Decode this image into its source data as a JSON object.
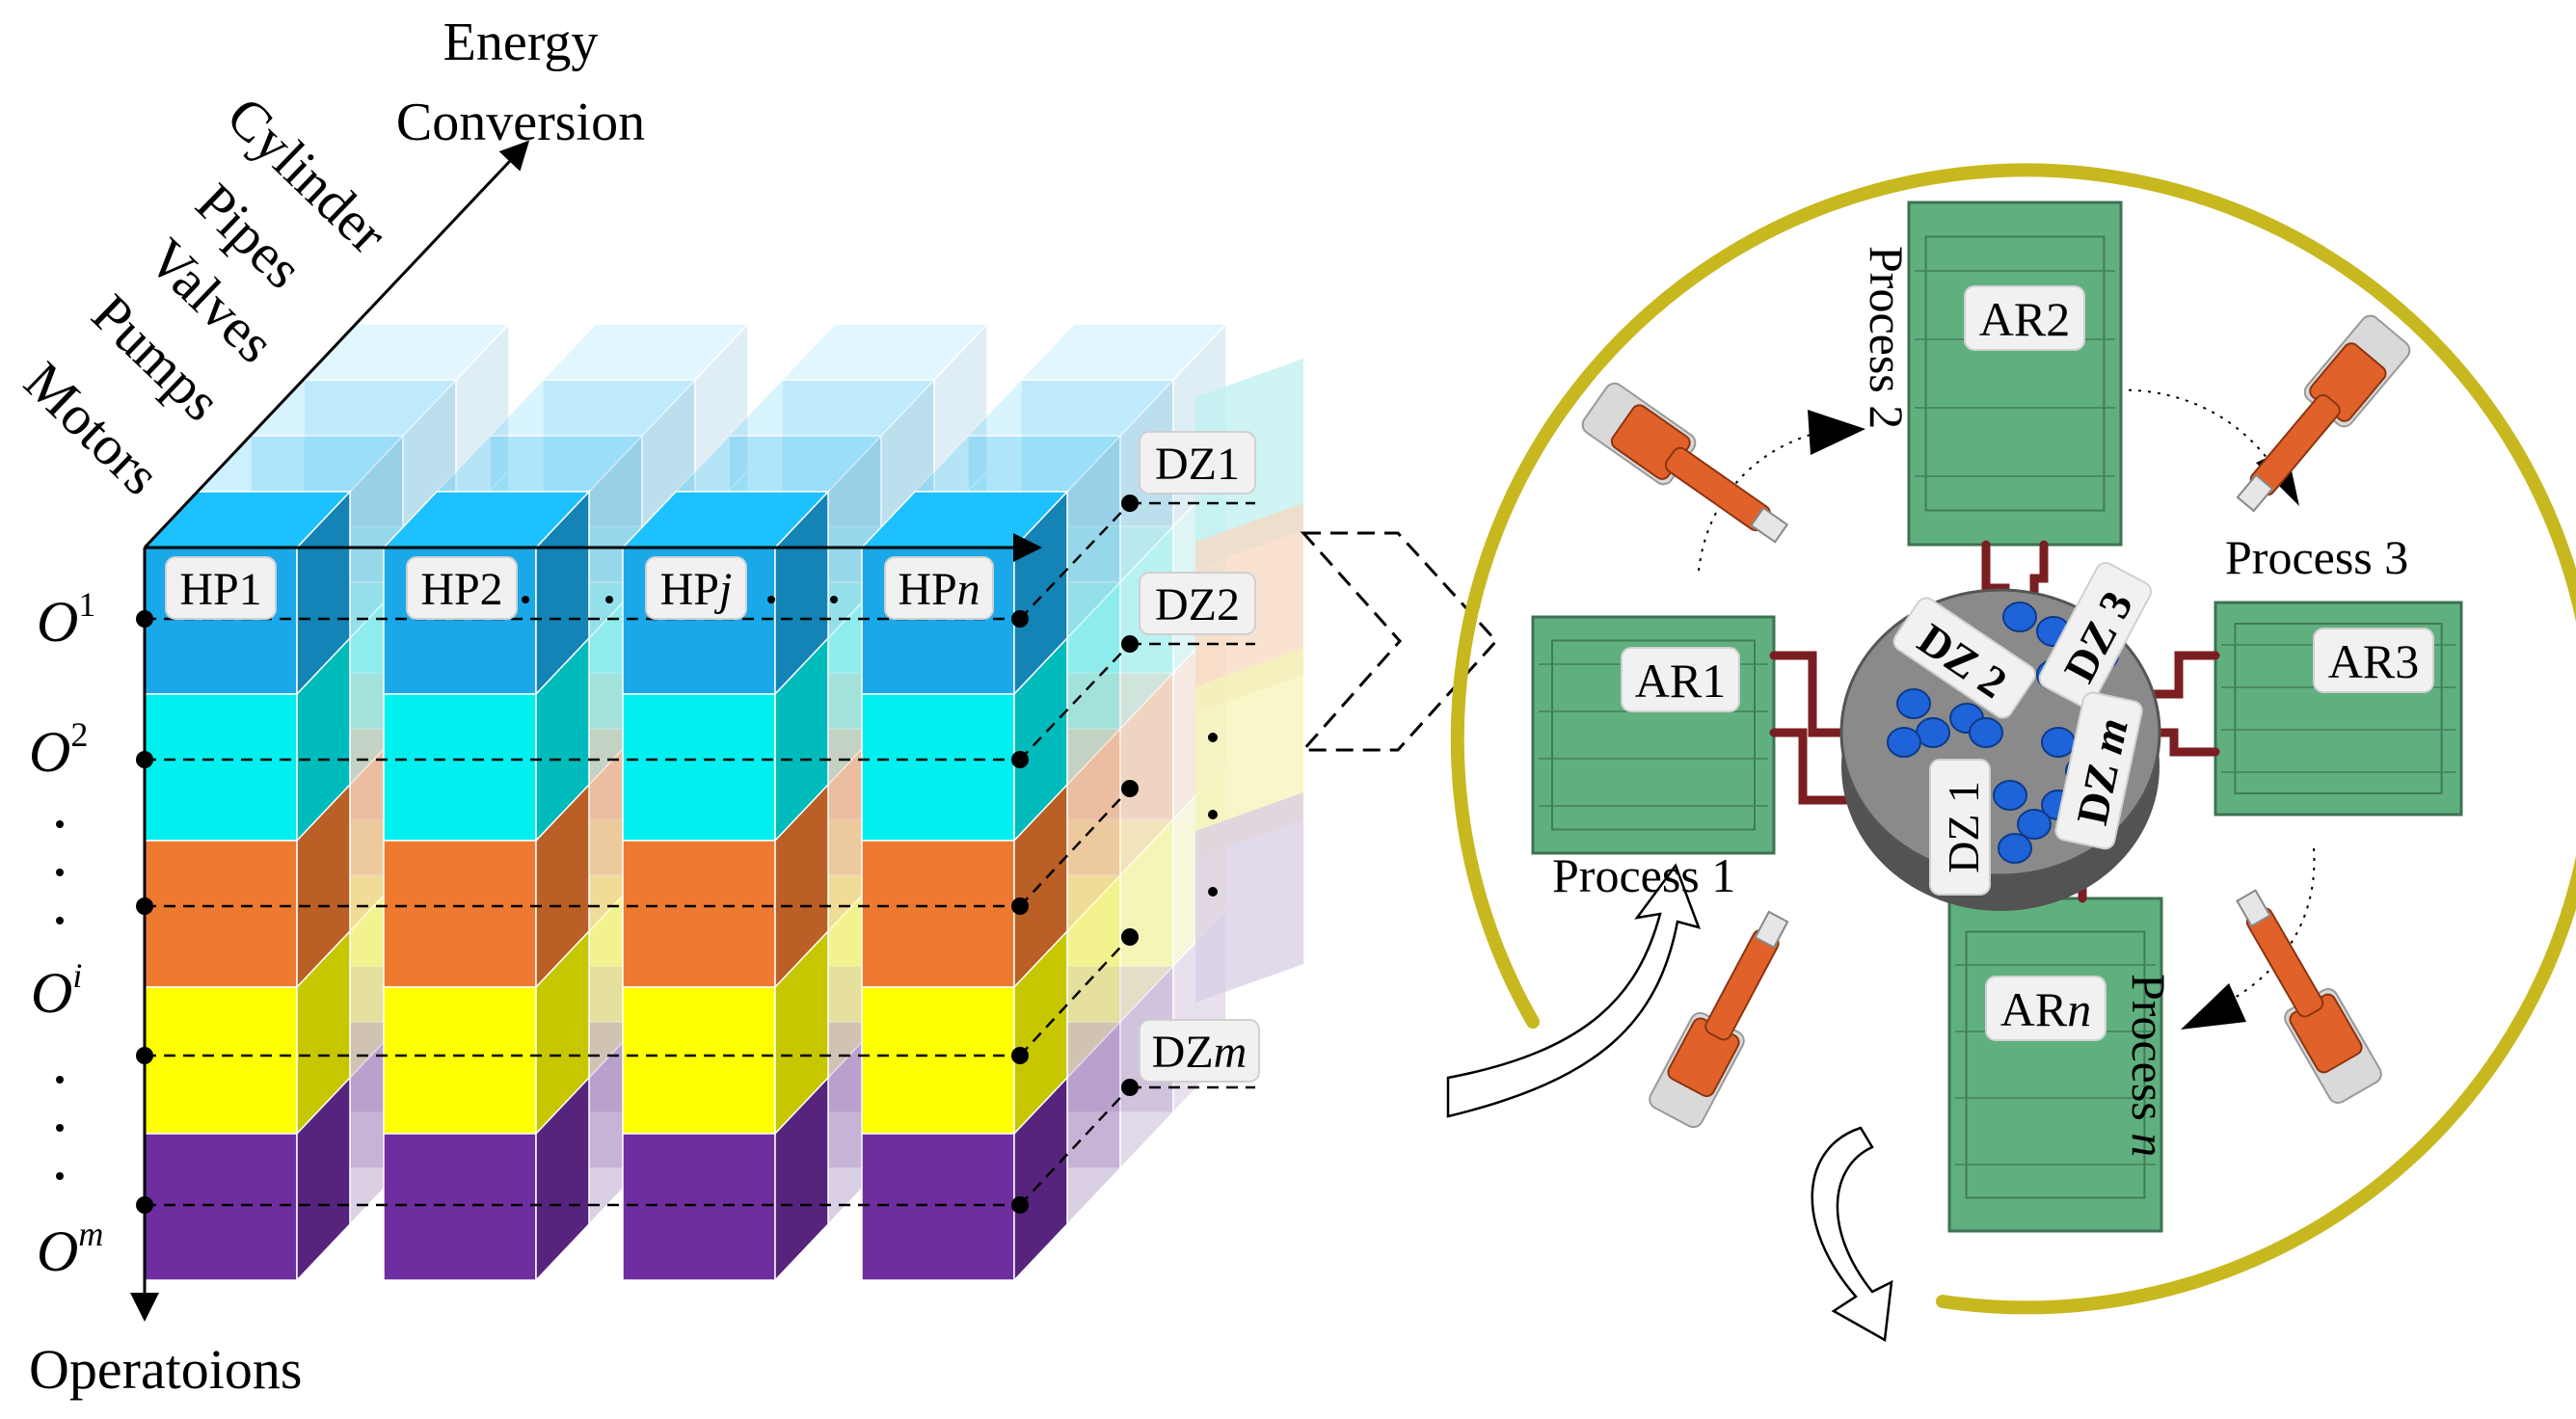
{
  "axes": {
    "energy_line1": "Energy",
    "energy_line2": "Conversion",
    "operations": "Operatoions"
  },
  "components": [
    "Cylinder",
    "Pipes",
    "Valves",
    "Pumps",
    "Motors"
  ],
  "operations": [
    {
      "base": "O",
      "sup": "1"
    },
    {
      "base": "O",
      "sup": "2"
    },
    {
      "base": "O",
      "sup": "i"
    },
    {
      "base": "O",
      "sup": "m"
    }
  ],
  "hp_labels": [
    {
      "base": "HP1",
      "suffix": ""
    },
    {
      "base": "HP2",
      "suffix": ""
    },
    {
      "base": "HP",
      "suffix": "j"
    },
    {
      "base": "HP",
      "suffix": "n"
    }
  ],
  "dz_labels": [
    {
      "base": "DZ1",
      "suffix": ""
    },
    {
      "base": "DZ2",
      "suffix": ""
    },
    {
      "base": "DZ",
      "suffix": "m"
    }
  ],
  "layer_colors": [
    "#1aa8e8",
    "#00f0f0",
    "#ee7a30",
    "#ffff00",
    "#6e2ea0"
  ],
  "machine": {
    "ar_labels": [
      {
        "base": "AR1",
        "suffix": ""
      },
      {
        "base": "AR2",
        "suffix": ""
      },
      {
        "base": "AR3",
        "suffix": ""
      },
      {
        "base": "AR",
        "suffix": "n"
      }
    ],
    "dz_labels": [
      {
        "base": "DZ 1",
        "suffix": ""
      },
      {
        "base": "DZ 2",
        "suffix": ""
      },
      {
        "base": "DZ 3",
        "suffix": ""
      },
      {
        "base": "DZ ",
        "suffix": "m"
      }
    ],
    "processes": [
      {
        "base": "Process 1",
        "suffix": ""
      },
      {
        "base": "Process 2",
        "suffix": ""
      },
      {
        "base": "Process 3",
        "suffix": ""
      },
      {
        "base": "Process ",
        "suffix": "n"
      }
    ],
    "ring_color": "#c8b820",
    "block_color": "#5fb07e",
    "turntable_color": "#8a8a8a",
    "pin_color": "#1f63d8",
    "robot_color": "#e0622a"
  }
}
